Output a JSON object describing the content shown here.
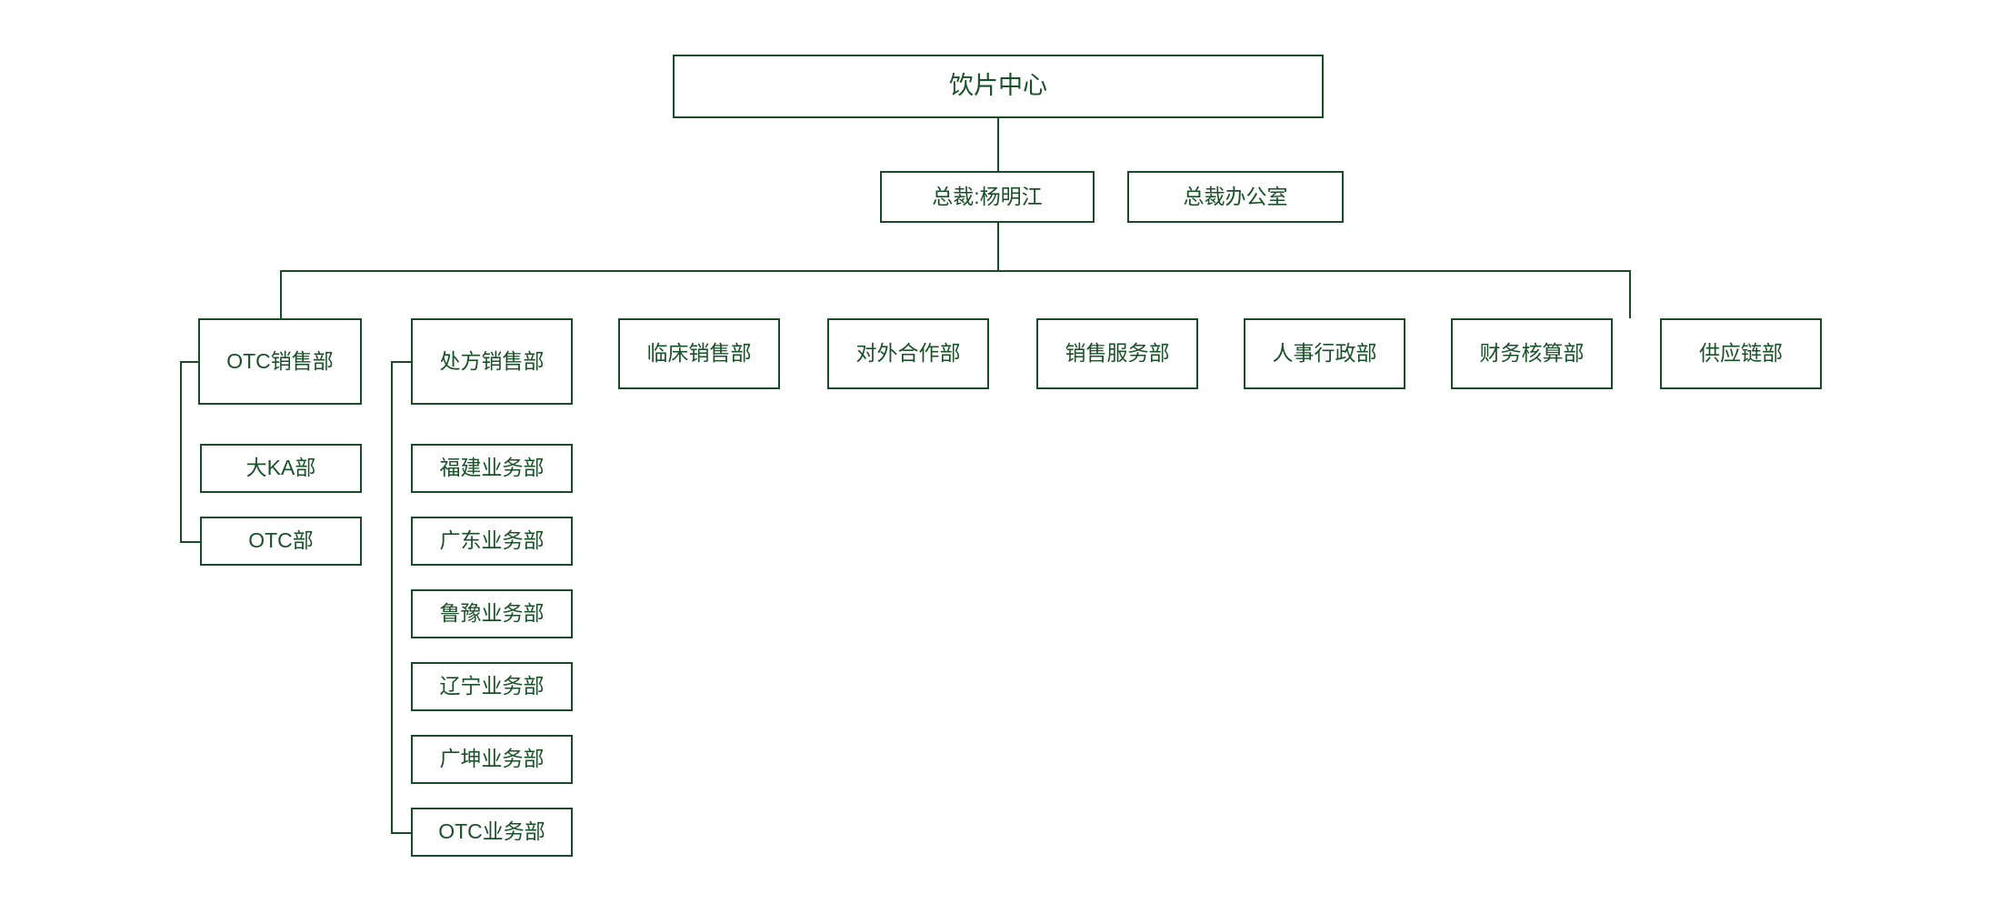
{
  "meta": {
    "diagram_type": "organization-chart",
    "stroke_color": "#1d4a26",
    "text_color": "#1a5128",
    "background_color": "#ffffff"
  },
  "root": {
    "label": "饮片中心"
  },
  "executive": {
    "president": "总裁:杨明江",
    "office": "总裁办公室"
  },
  "departments": [
    {
      "label": "OTC销售部",
      "children": [
        "大KA部",
        "OTC部"
      ]
    },
    {
      "label": "处方销售部",
      "children": [
        "福建业务部",
        "广东业务部",
        "鲁豫业务部",
        "辽宁业务部",
        "广坤业务部",
        "OTC业务部"
      ]
    },
    {
      "label": "临床销售部",
      "children": []
    },
    {
      "label": "对外合作部",
      "children": []
    },
    {
      "label": "销售服务部",
      "children": []
    },
    {
      "label": "人事行政部",
      "children": []
    },
    {
      "label": "财务核算部",
      "children": []
    },
    {
      "label": "供应链部",
      "children": []
    }
  ]
}
